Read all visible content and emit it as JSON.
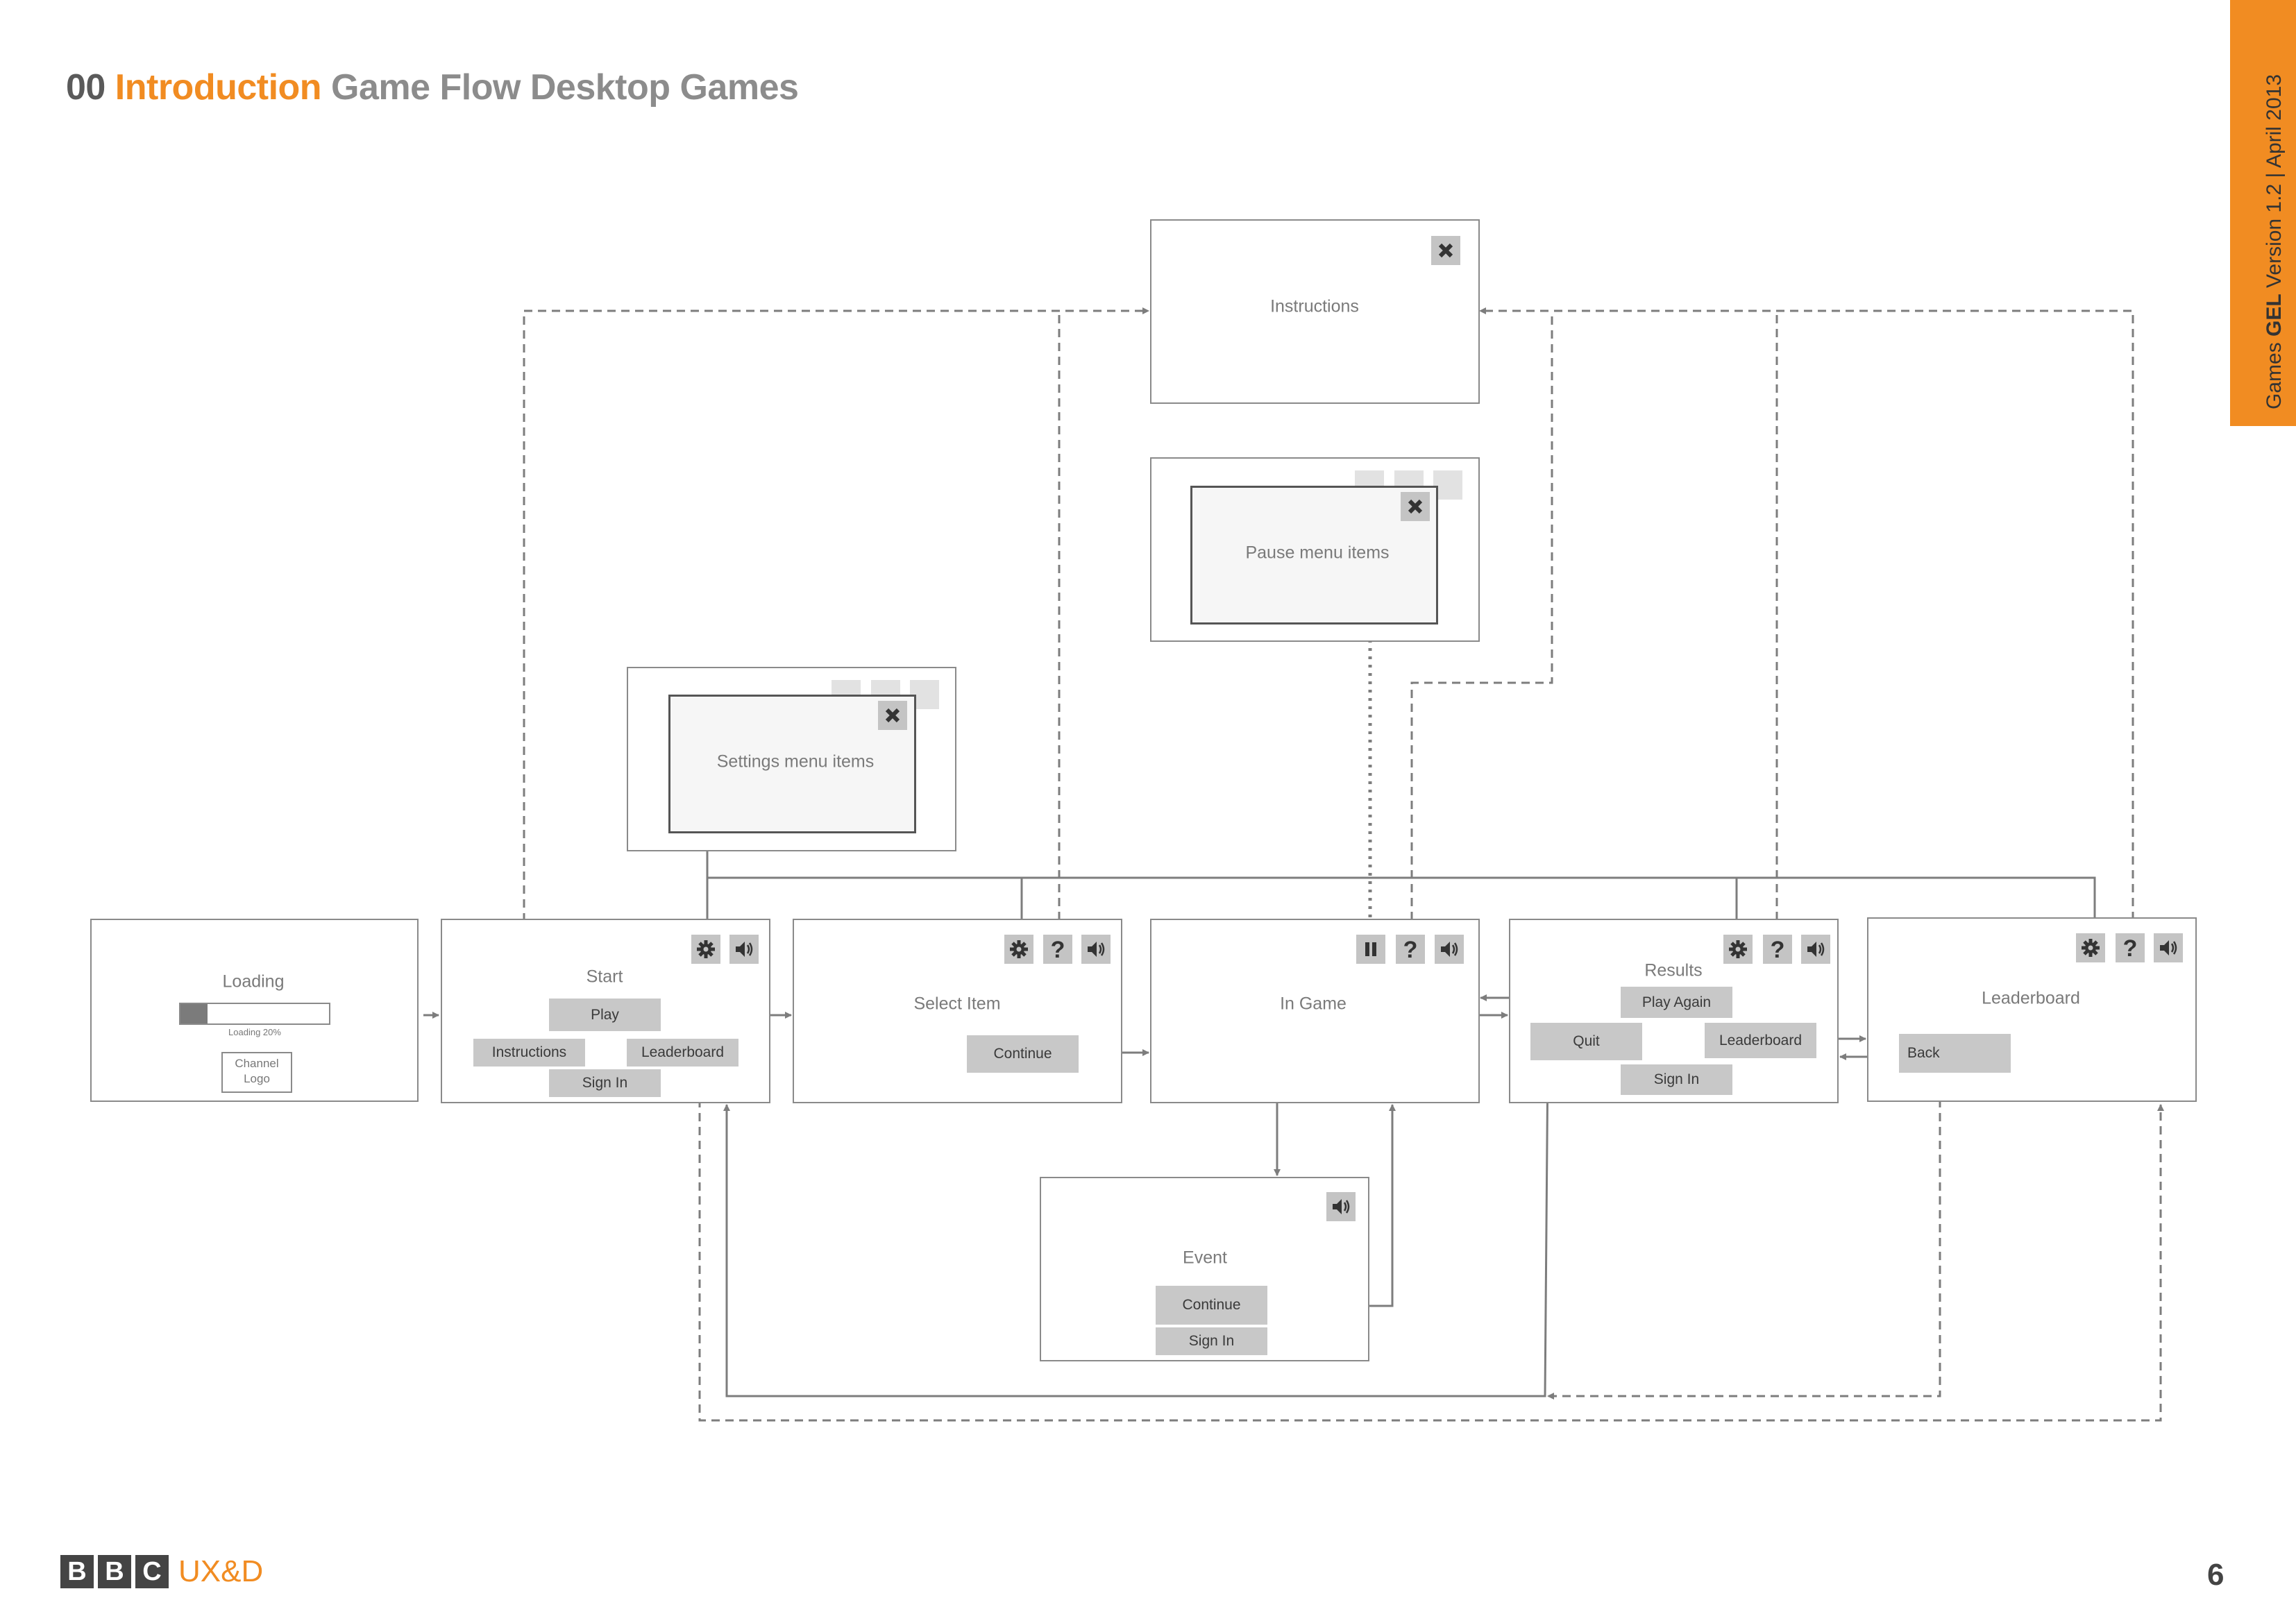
{
  "header": {
    "section_number": "00",
    "section_name": "Introduction",
    "page_title": "Game Flow Desktop Games"
  },
  "side_tab": {
    "product": "Games ",
    "product_bold": "GEL",
    "version": " Version 1.2",
    "separator": "  |  ",
    "date": "April 2013"
  },
  "footer": {
    "brand_letters": [
      "B",
      "B",
      "C"
    ],
    "brand_suffix": "UX&D",
    "page_number": "6"
  },
  "screens": {
    "loading": {
      "title": "Loading",
      "progress_label": "Loading 20%",
      "progress": 0.18,
      "logo_line1": "Channel",
      "logo_line2": "Logo"
    },
    "start": {
      "title": "Start",
      "play": "Play",
      "instructions": "Instructions",
      "leaderboard": "Leaderboard",
      "sign_in": "Sign In"
    },
    "select_item": {
      "title": "Select Item",
      "continue": "Continue"
    },
    "in_game": {
      "title": "In Game"
    },
    "results": {
      "title": "Results",
      "play_again": "Play Again",
      "quit": "Quit",
      "leaderboard": "Leaderboard",
      "sign_in": "Sign In"
    },
    "leaderboard": {
      "title": "Leaderboard",
      "back": "Back"
    },
    "instructions": {
      "title": "Instructions"
    },
    "pause": {
      "title": "Pause menu items"
    },
    "settings": {
      "title": "Settings menu items"
    },
    "event": {
      "title": "Event",
      "continue": "Continue",
      "sign_in": "Sign In"
    }
  },
  "icons": {
    "settings": "gear-icon",
    "help": "question-icon",
    "sound": "speaker-icon",
    "pause": "pause-icon",
    "close": "close-icon"
  }
}
